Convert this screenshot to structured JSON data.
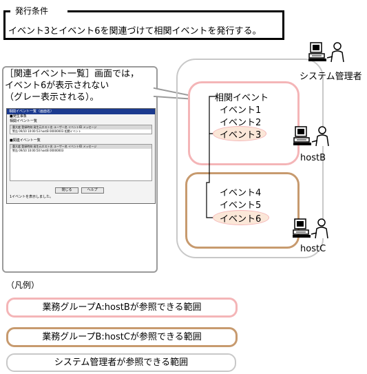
{
  "condition": {
    "title": "発行条件",
    "text": "イベント3とイベント6を関連づけて相関イベントを発行する。"
  },
  "callout": {
    "line1": "［関連イベント一覧］画面では，",
    "line2": "イベント6が表示されない",
    "line3": "（グレー表示される）。"
  },
  "mini_screen": {
    "title": "相関イベント一覧（画面名）",
    "section1": "■発生事象",
    "section1_sub": "相関イベント一覧",
    "section2": "■関連イベント一覧",
    "header": "重大度  登録時刻  発生元ホスト名  ユーザー名  イベントID  メッセージ",
    "row1": "警告  09/10 10:00:53  hostB  00000003  相関イベント",
    "row2": "警告  09/10 10:00:50  hostB  00000003",
    "status": "1イベントを表示しました。",
    "btn_close": "閉じる",
    "btn_help": "ヘルプ"
  },
  "diagram": {
    "correlated_event": "相関イベント",
    "event1": "イベント1",
    "event2": "イベント2",
    "event3": "イベント3",
    "event4": "イベント4",
    "event5": "イベント5",
    "event6": "イベント6",
    "sysadmin_label": "システム管理者",
    "hostB_label": "hostB",
    "hostC_label": "hostC"
  },
  "legend": {
    "title": "（凡例）",
    "groupA": "業務グループA:hostBが参照できる範囲",
    "groupB": "業務グループB:hostCが参照できる範囲",
    "sysadmin": "システム管理者が参照できる範囲"
  },
  "colors": {
    "groupA": "#f4b5b7",
    "groupB": "#c79a6e",
    "sysadmin": "#c8c8c8",
    "highlight": "#fbe7d8"
  }
}
